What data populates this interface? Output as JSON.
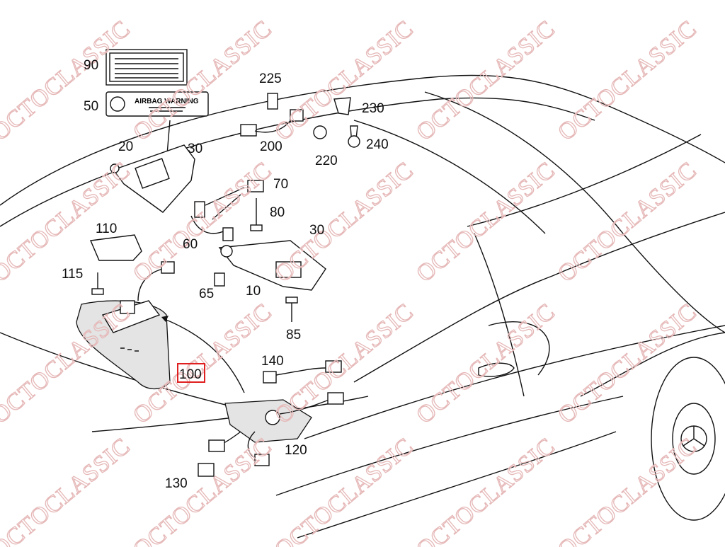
{
  "diagram": {
    "watermark": "OCTOCLASSIC",
    "airbag_label": {
      "title": "AIRBAG WARNING"
    },
    "highlight_color": "#e02020",
    "callouts": {
      "p90": "90",
      "p50": "50",
      "p225": "225",
      "p230": "230",
      "p200": "200",
      "p240": "240",
      "p220": "220",
      "p20": "20",
      "p30a": "30",
      "p70": "70",
      "p80": "80",
      "p110": "110",
      "p60": "60",
      "p30b": "30",
      "p115": "115",
      "p65": "65",
      "p10": "10",
      "p85": "85",
      "p140": "140",
      "p100": "100",
      "p120": "120",
      "p130": "130"
    }
  }
}
